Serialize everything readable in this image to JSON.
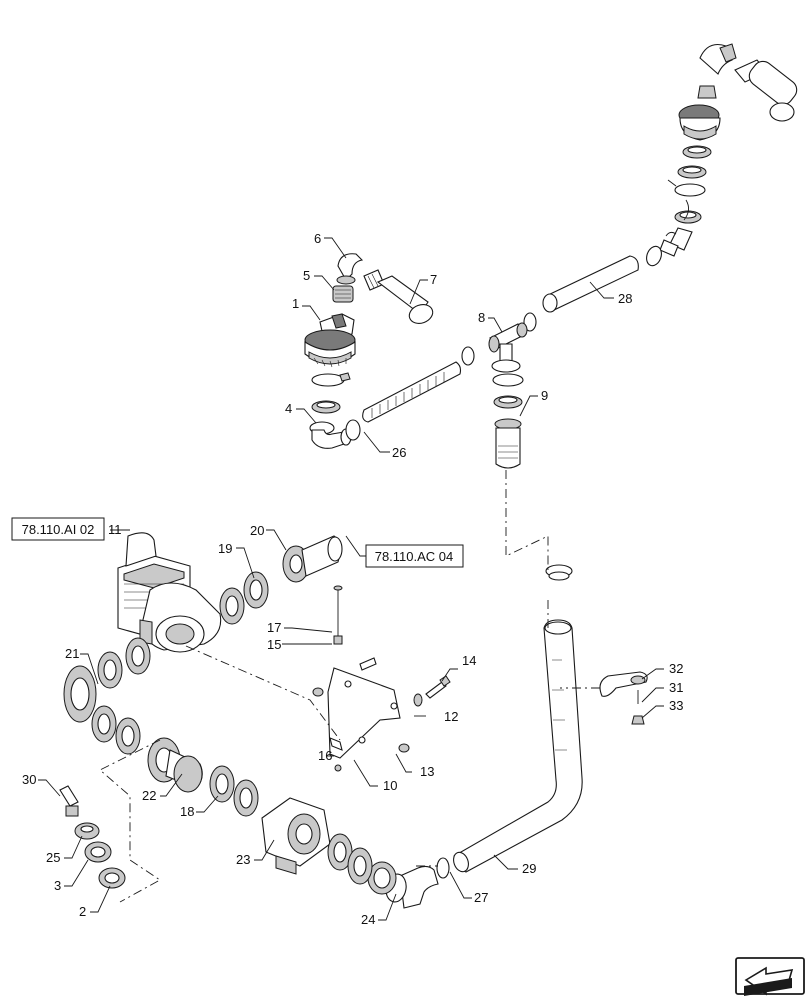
{
  "callouts": [
    "1",
    "2",
    "3",
    "4",
    "5",
    "6",
    "7",
    "8",
    "9",
    "10",
    "11",
    "12",
    "13",
    "14",
    "15",
    "16",
    "17",
    "18",
    "19",
    "20",
    "21",
    "22",
    "23",
    "24",
    "25",
    "26",
    "27",
    "28",
    "29",
    "30",
    "31",
    "32",
    "33"
  ],
  "references": {
    "left": "78.110.AI 02",
    "right": "78.110.AC 04"
  },
  "nav_icon": "next-page-arrow-icon"
}
